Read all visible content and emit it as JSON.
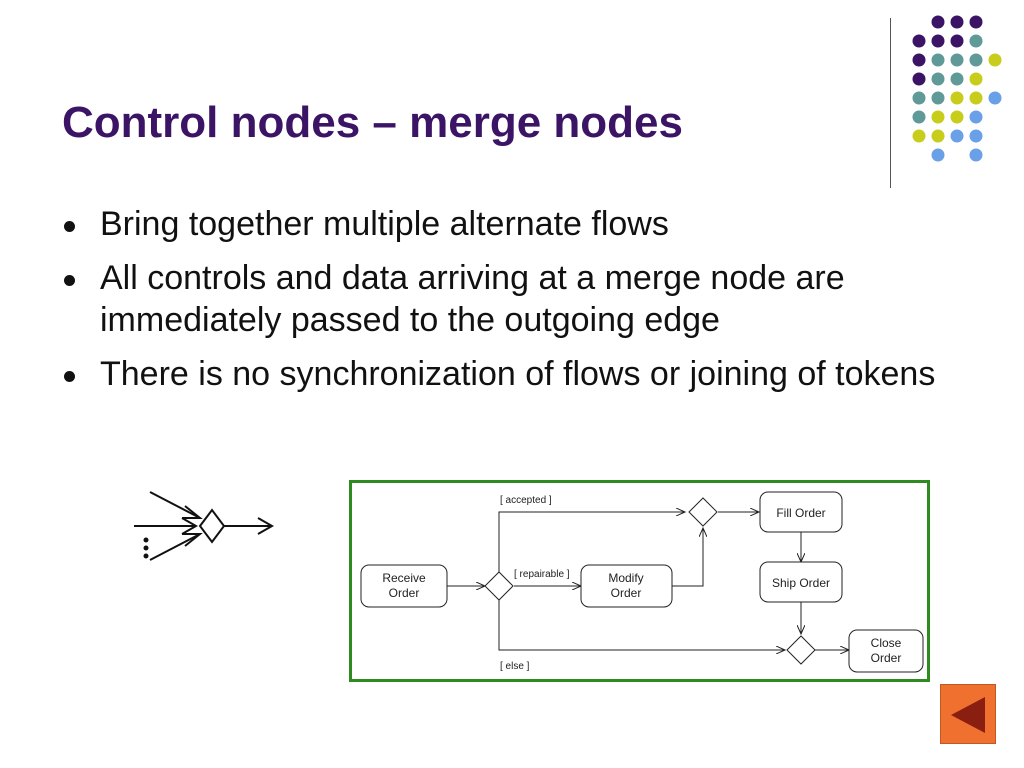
{
  "slide": {
    "title": "Control nodes – merge nodes",
    "bullets": [
      "Bring together multiple alternate flows",
      "All controls and data arriving at a merge node are immediately passed to the outgoing edge",
      "There is no synchronization of flows or joining of tokens"
    ]
  },
  "colors": {
    "title": "#3b1466",
    "purple_dot": "#3b1466",
    "teal_dot": "#5f9a99",
    "yellow_dot": "#c8cc1a",
    "blue_dot": "#6aa0e8",
    "diagram_border": "#2e8b1f",
    "nav_button": "#f07030"
  },
  "diagram": {
    "nodes": {
      "receive_order_line1": "Receive",
      "receive_order_line2": "Order",
      "modify_order_line1": "Modify",
      "modify_order_line2": "Order",
      "fill_order": "Fill Order",
      "ship_order": "Ship Order",
      "close_order_line1": "Close",
      "close_order_line2": "Order"
    },
    "guards": {
      "accepted": "[ accepted ]",
      "repairable": "[ repairable ]",
      "else": "[ else ]"
    }
  },
  "nav": {
    "back_icon": "triangle-left-icon"
  }
}
